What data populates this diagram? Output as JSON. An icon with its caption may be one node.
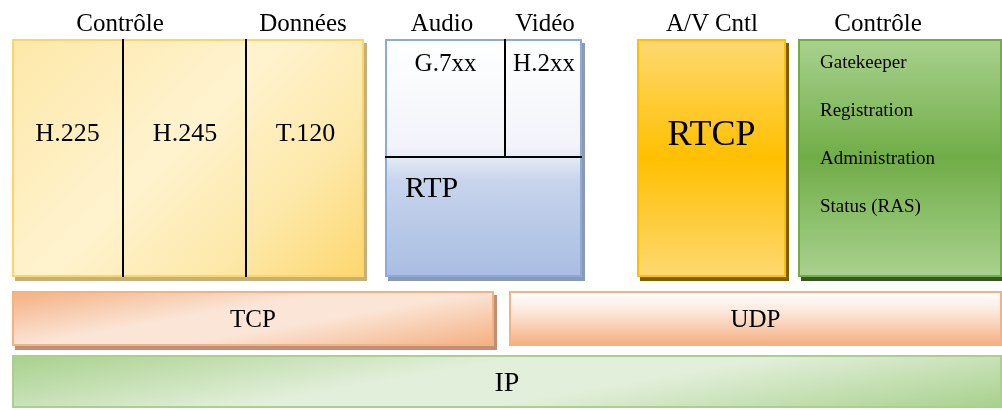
{
  "diagram": {
    "nodes": [
      {
        "text": [
          "H.225"
        ]
      },
      {
        "text": [
          "H.245"
        ]
      },
      {
        "text": [
          "T.120"
        ]
      },
      {
        "text": [
          "G.7xx"
        ]
      },
      {
        "text": [
          "H.2xx"
        ]
      },
      {
        "text": [
          "RTP"
        ]
      },
      {
        "text": [
          "RTCP"
        ]
      },
      {
        "text": [
          "Gatekeeper",
          "Registration",
          "Administration",
          "Status (RAS)"
        ]
      },
      {
        "text": [
          "TCP"
        ]
      },
      {
        "text": [
          "UDP"
        ]
      },
      {
        "text": [
          "IP"
        ]
      }
    ],
    "labels": [
      "Contrôle",
      "Données",
      "Audio",
      "Vidéo",
      "A/V Cntl",
      "Contrôle"
    ]
  }
}
